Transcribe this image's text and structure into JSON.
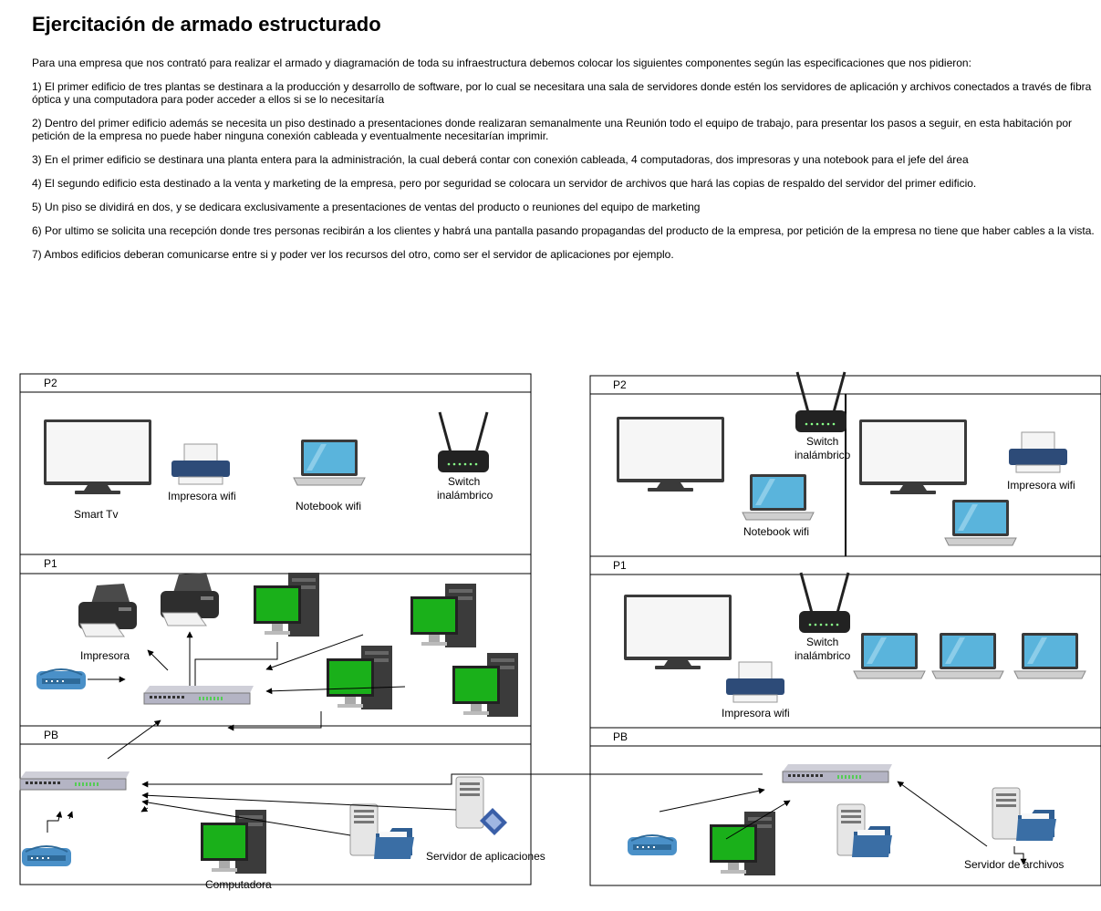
{
  "title": "Ejercitación de armado estructurado",
  "paragraphs": [
    "Para una empresa que  nos contrató para realizar el armado y diagramación de toda su infraestructura debemos colocar los siguientes componentes según las especificaciones que nos pidieron:",
    "1) El primer edificio de tres plantas se destinara a la producción y desarrollo de software, por lo cual se necesitara una sala de servidores donde estén los servidores de aplicación y archivos conectados a través de fibra óptica y una computadora para poder acceder a ellos si se lo necesitaría",
    "2) Dentro del primer edificio además se necesita un piso destinado a presentaciones donde realizaran semanalmente una Reunión todo el equipo de trabajo, para presentar los pasos a seguir, en esta habitación por petición de la empresa no puede haber ninguna conexión cableada y eventualmente necesitarían imprimir.",
    "3) En el primer edificio se destinara una planta entera para la administración, la cual deberá contar con conexión cableada, 4 computadoras, dos impresoras y una notebook para el jefe del área",
    "4) El segundo edificio esta destinado a la venta y marketing de la empresa, pero por seguridad se colocara un servidor de archivos que hará las copias de respaldo del servidor del primer edificio.",
    "5) Un piso se dividirá en dos, y se dedicara exclusivamente a presentaciones de ventas del producto o reuniones del equipo de marketing",
    "6) Por ultimo se solicita una recepción donde tres personas recibirán a los clientes y habrá una pantalla pasando propagandas del producto de la empresa, por petición de la empresa no tiene que haber cables a la vista.",
    "7) Ambos edificios deberan comunicarse entre si y poder ver los recursos del otro, como ser el servidor de aplicaciones por ejemplo."
  ],
  "building1": {
    "floors": {
      "p2": "P2",
      "p1": "P1",
      "pb": "PB"
    },
    "labels": {
      "smart_tv": "Smart Tv",
      "printer_wifi": "Impresora wifi",
      "notebook_wifi": "Notebook wifi",
      "switch_line1": "Switch",
      "switch_line2": "inalámbrico",
      "printer": "Impresora",
      "app_server": "Servidor de aplicaciones",
      "computer": "Computadora"
    }
  },
  "building2": {
    "floors": {
      "p2": "P2",
      "p1": "P1",
      "pb": "PB"
    },
    "labels": {
      "switch_line1": "Switch",
      "switch_line2": "inalámbrico",
      "notebook_wifi": "Notebook wifi",
      "printer_wifi_p2": "Impresora wifi",
      "switch_p1_line1": "Switch",
      "switch_p1_line2": "inalámbrico",
      "printer_wifi_p1": "Impresora wifi",
      "file_server": "Servidor de archivos"
    }
  },
  "colors": {
    "screen": "#1ab01a",
    "laptop_screen": "#5ab4dc",
    "printer": "#2d4b78",
    "folder": "#3a6ea5",
    "modem": "#4a90c8"
  }
}
